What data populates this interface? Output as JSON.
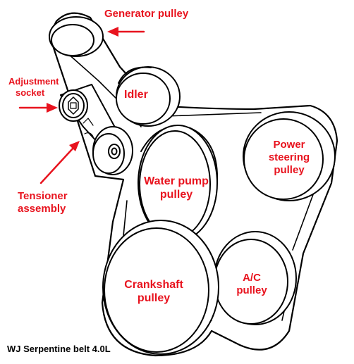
{
  "colors": {
    "label": "#e8131e",
    "arrow": "#e8131e",
    "outline": "#000000",
    "caption": "#000000"
  },
  "labels": {
    "generator_pulley": "Generator pulley",
    "idler": "Idler",
    "adjustment_socket_line1": "Adjustment",
    "adjustment_socket_line2": "socket",
    "tensioner_line1": "Tensioner",
    "tensioner_line2": "assembly",
    "water_pump_line1": "Water pump",
    "water_pump_line2": "pulley",
    "power_steering_line1": "Power",
    "power_steering_line2": "steering",
    "power_steering_line3": "pulley",
    "crankshaft_line1": "Crankshaft",
    "crankshaft_line2": "pulley",
    "ac_line1": "A/C",
    "ac_line2": "pulley"
  },
  "caption": "WJ Serpentine belt 4.0L"
}
